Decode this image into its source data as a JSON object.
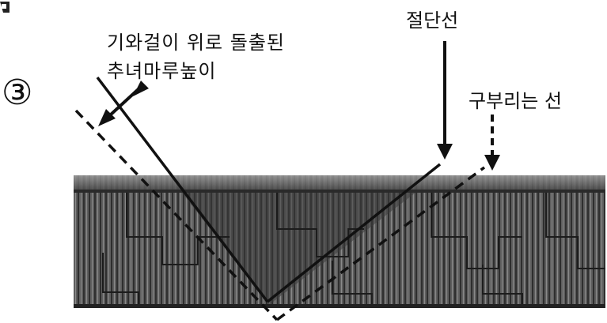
{
  "labels": {
    "step_number": "③",
    "ridge_height_line1": "기와걸이 위로 돌출된",
    "ridge_height_line2": "추녀마루높이",
    "cut_line": "절단선",
    "bend_line": "구부리는 선"
  },
  "colors": {
    "tile_dark": "#3a3a3a",
    "tile_mid": "#6c6c6c",
    "tile_shade": "#4a4a4a",
    "line": "#111111"
  }
}
